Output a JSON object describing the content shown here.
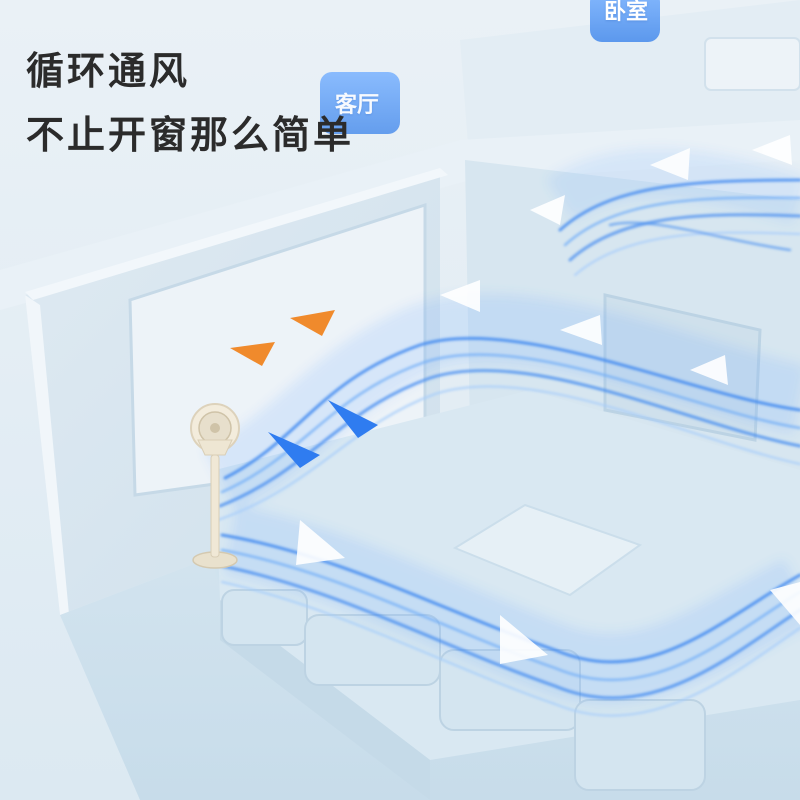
{
  "headline": {
    "line1": "循环通风",
    "line2": "不止开窗那么简单"
  },
  "room_tags": {
    "bedroom": "卧室",
    "living_room": "客厅"
  },
  "colors": {
    "background": "#e7eff5",
    "wall": "#dbe9f2",
    "floor": "#cfe2ee",
    "airflow_blue": "#3e88f0",
    "warm_air_orange": "#f08a2c",
    "fan_body": "#f3ecdc",
    "tag_blue": "#5b9ef2",
    "headline_text": "#2b2b2b"
  },
  "icons": {
    "fan": "floor-circulator-fan",
    "arrow_blue": "airflow-arrow-blue",
    "arrow_white": "airflow-arrow-white",
    "arrow_orange": "airflow-arrow-orange"
  }
}
